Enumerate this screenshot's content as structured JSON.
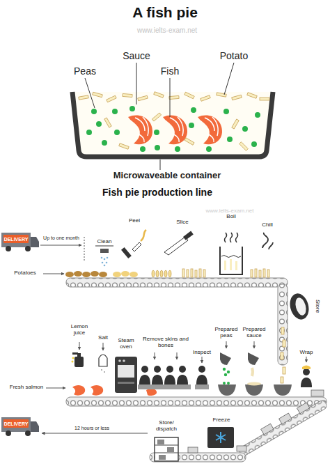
{
  "diagram": {
    "title": "A fish pie",
    "nodes": [
      {
        "text": [
          "DELIVERY"
        ]
      },
      {
        "text": [
          "DELIVERY"
        ]
      }
    ],
    "labels": [
      "www.ielts-exam.net",
      "Sauce",
      "Potato",
      "Peas",
      "Fish",
      "Microwaveable container",
      "Fish pie production line",
      "www.ielts-exam.net",
      "Up to one month",
      "Clean",
      "Peel",
      "Slice",
      "Boil",
      "Chill",
      "Potatoes",
      "Store",
      "Lemon juice",
      "Salt",
      "Steam oven",
      "Remove skins and bones",
      "Inspect",
      "Prepared peas",
      "Prepared sauce",
      "Wrap",
      "Fresh salmon",
      "12 hours or less",
      "Store/ dispatch",
      "Freeze"
    ]
  }
}
